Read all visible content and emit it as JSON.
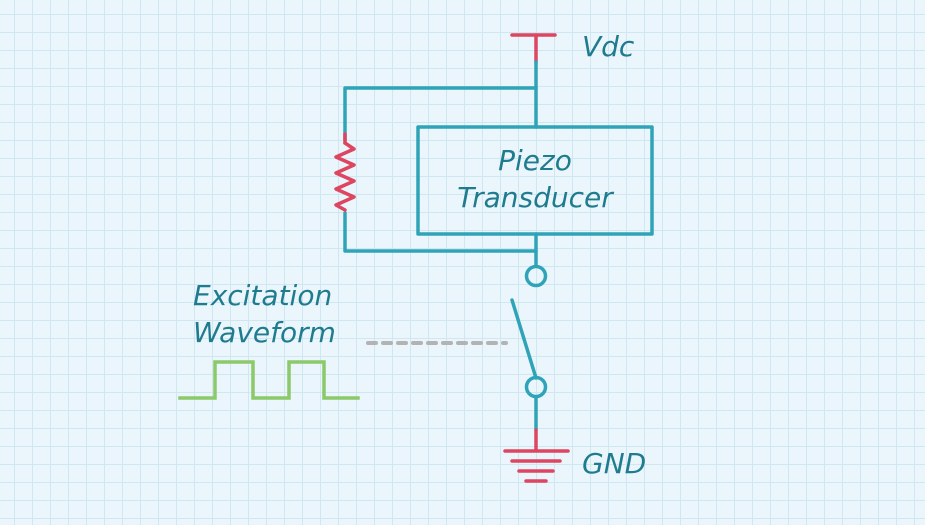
{
  "labels": {
    "supply": "Vdc",
    "component": [
      "Piezo",
      "Transducer"
    ],
    "ground": "GND",
    "excitation": [
      "Excitation",
      "Waveform"
    ]
  },
  "icons": {
    "supply": "power-rail-tee-icon",
    "ground": "ground-symbol-icon",
    "resistor": "resistor-zigzag-icon",
    "switch": "switch-contacts-icon",
    "waveform": "square-wave-icon"
  },
  "colors": {
    "background": "#eaf6fb",
    "grid": "#cfe7f1",
    "wire": "#2fa3b8",
    "text": "#1f7b8e",
    "power_and_resistor": "#dd4560",
    "waveform": "#8bc96a",
    "control_link": "#b3b3b3"
  }
}
